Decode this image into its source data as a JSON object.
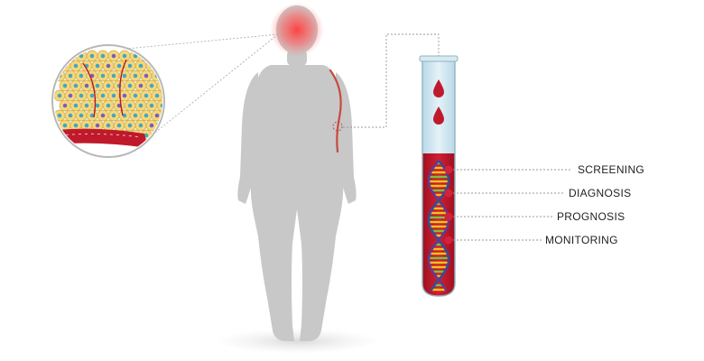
{
  "labels": {
    "screening": "SCREENING",
    "diagnosis": "DIAGNOSIS",
    "prognosis": "PROGNOSIS",
    "monitoring": "MONITORING"
  },
  "colors": {
    "body": "#c8c8c8",
    "tumor_glow": "#ff4d4d",
    "blood": "#c0192c",
    "plasma": "#cfe6f1",
    "dna_yellow": "#f2c21a",
    "dna_blue": "#2f4fa0",
    "cell": "#f5d77a",
    "cell_nucleus": "#43a6c6",
    "connector": "#9a9a9a"
  }
}
